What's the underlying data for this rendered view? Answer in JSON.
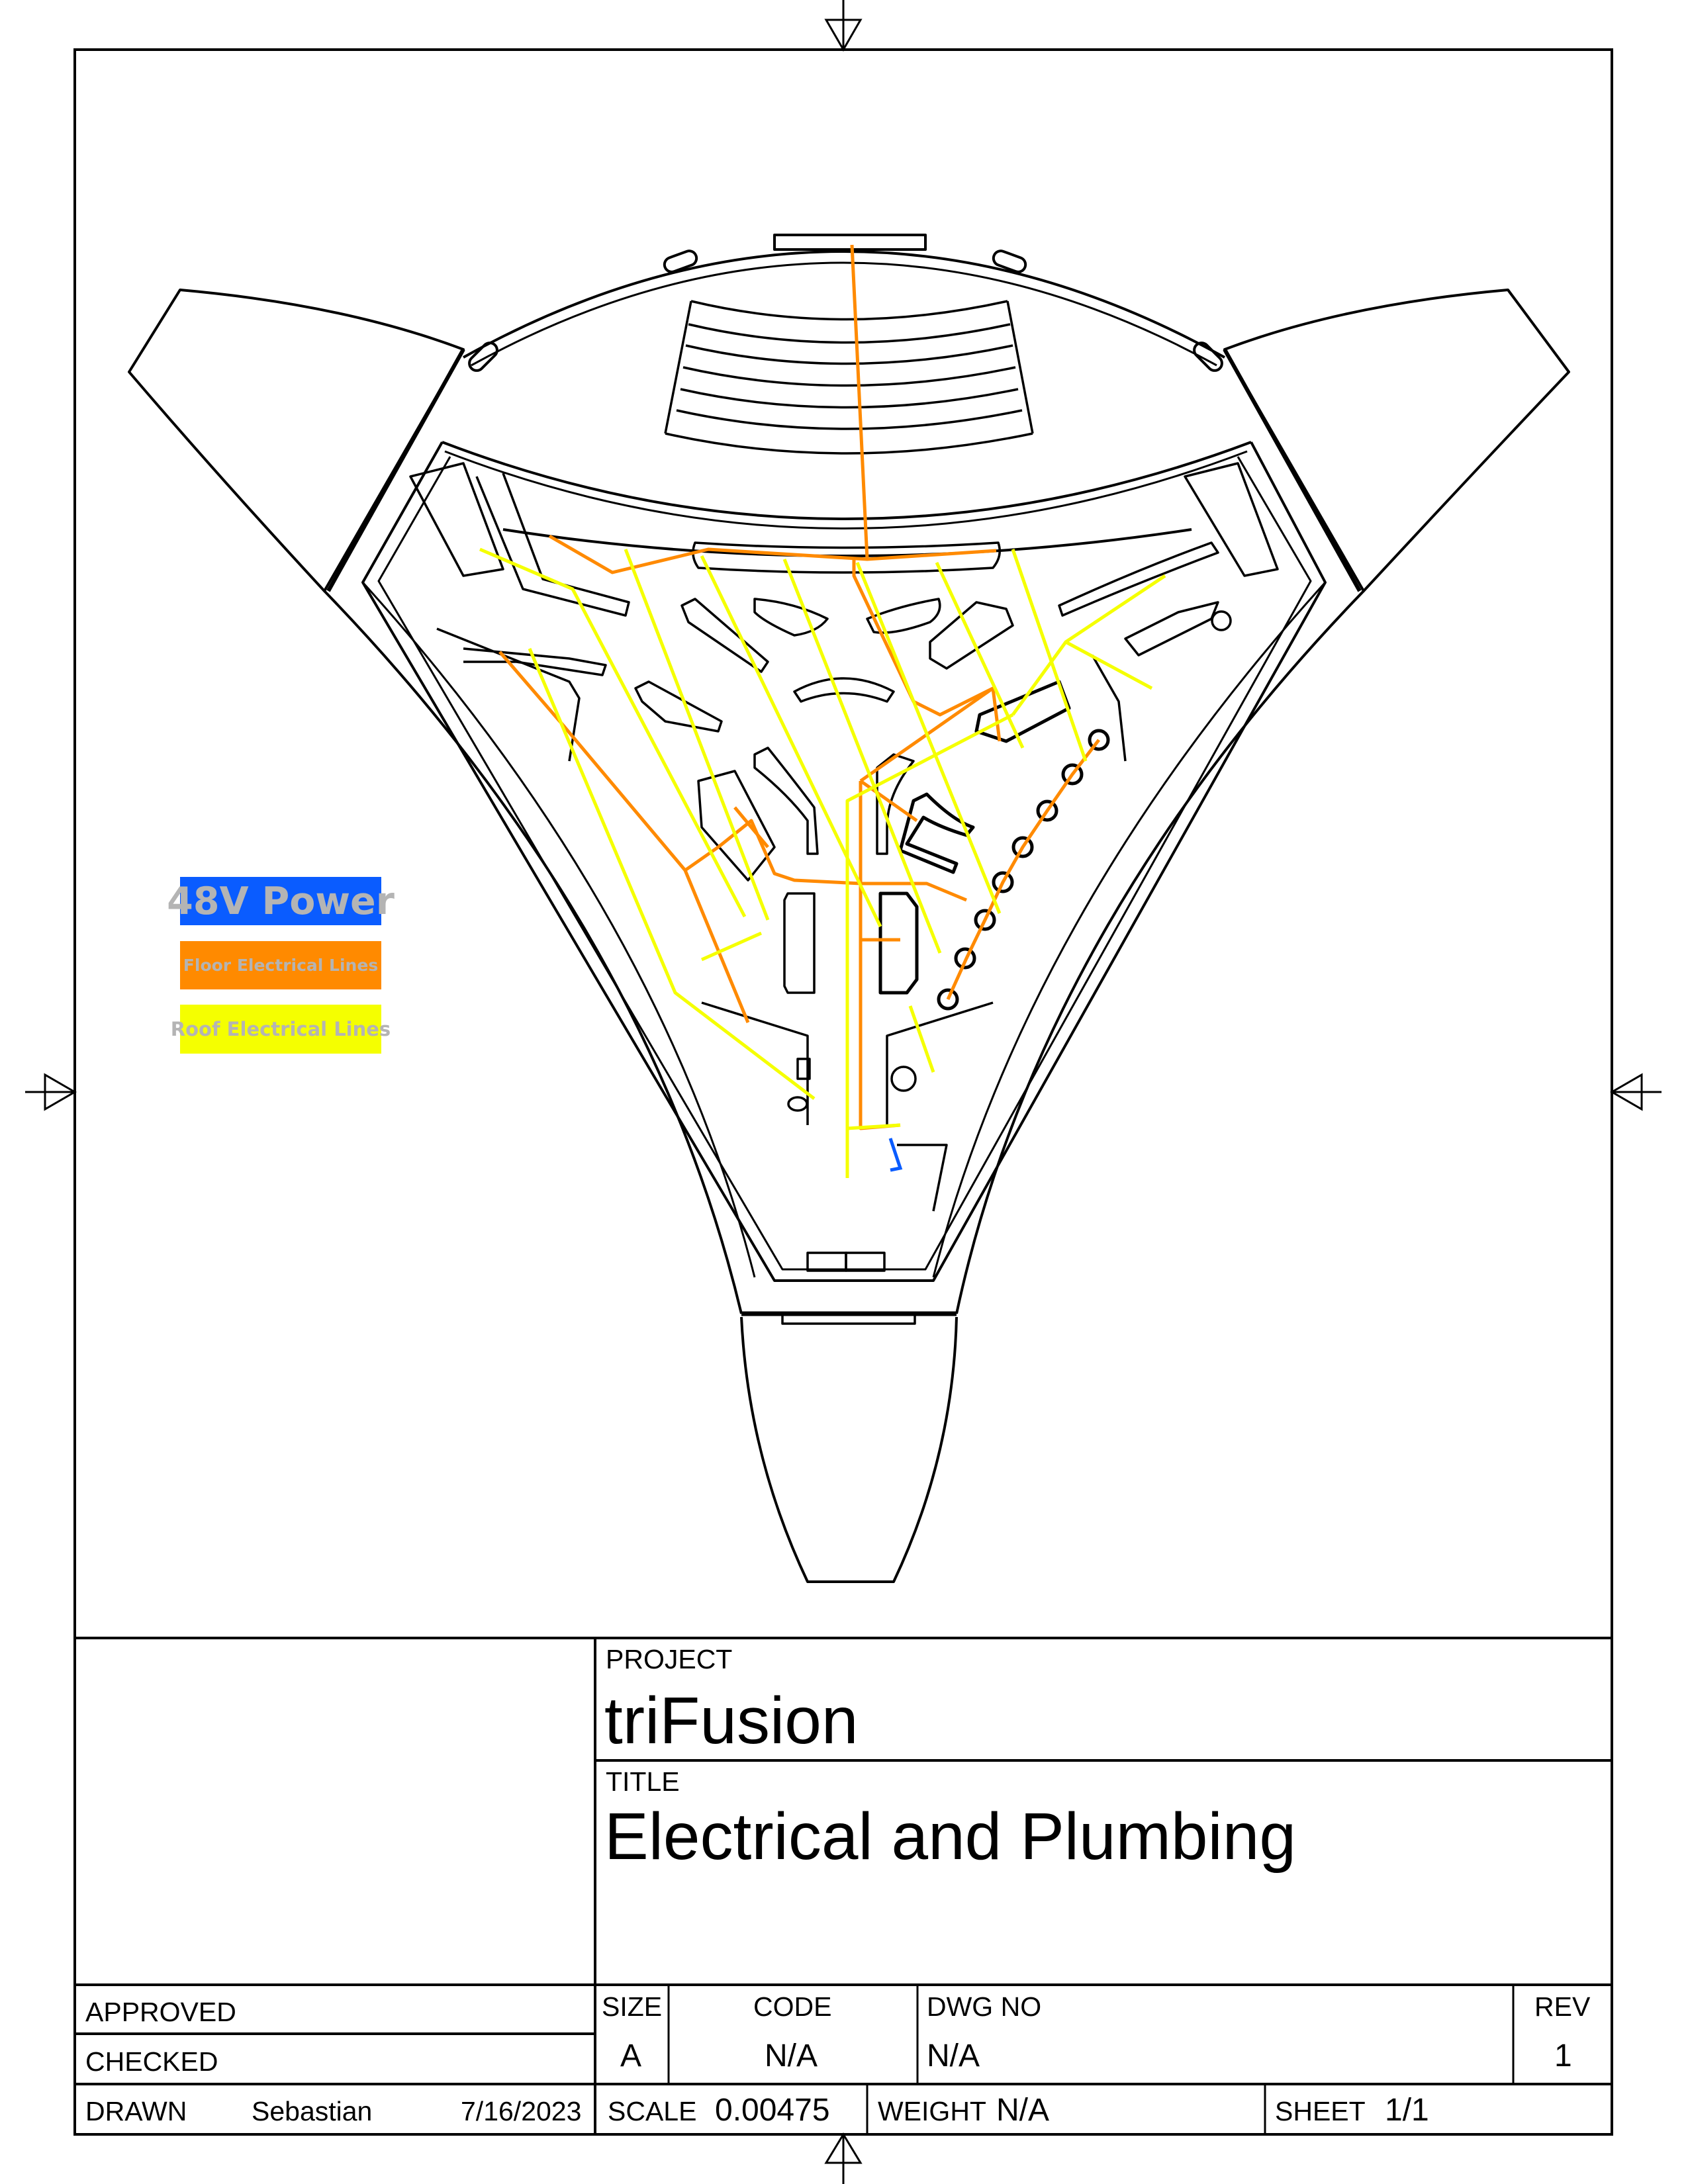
{
  "drawing": {
    "subject": "triFusion vessel top-down floor plan",
    "colors": {
      "outline": "#000000",
      "power_48v": "#0a5cff",
      "floor_electrical": "#ff8a00",
      "roof_electrical": "#f5ff00",
      "legend_text": "#b4b4b4"
    }
  },
  "legend": {
    "items": [
      {
        "label": "48V Power",
        "color": "#0a5cff"
      },
      {
        "label": "Floor Electrical Lines",
        "color": "#ff8a00"
      },
      {
        "label": "Roof Electrical Lines",
        "color": "#f5ff00"
      }
    ]
  },
  "title_block": {
    "project_label": "PROJECT",
    "project_value": "triFusion",
    "title_label": "TITLE",
    "title_value": "Electrical and Plumbing",
    "approved_label": "APPROVED",
    "checked_label": "CHECKED",
    "drawn_label": "DRAWN",
    "drawn_by": "Sebastian",
    "drawn_date": "7/16/2023",
    "size_label": "SIZE",
    "size_value": "A",
    "code_label": "CODE",
    "code_value": "N/A",
    "dwg_no_label": "DWG NO",
    "dwg_no_value": "N/A",
    "rev_label": "REV",
    "rev_value": "1",
    "scale_label": "SCALE",
    "scale_value": "0.00475",
    "weight_label": "WEIGHT",
    "weight_value": "N/A",
    "sheet_label": "SHEET",
    "sheet_value": "1/1"
  }
}
